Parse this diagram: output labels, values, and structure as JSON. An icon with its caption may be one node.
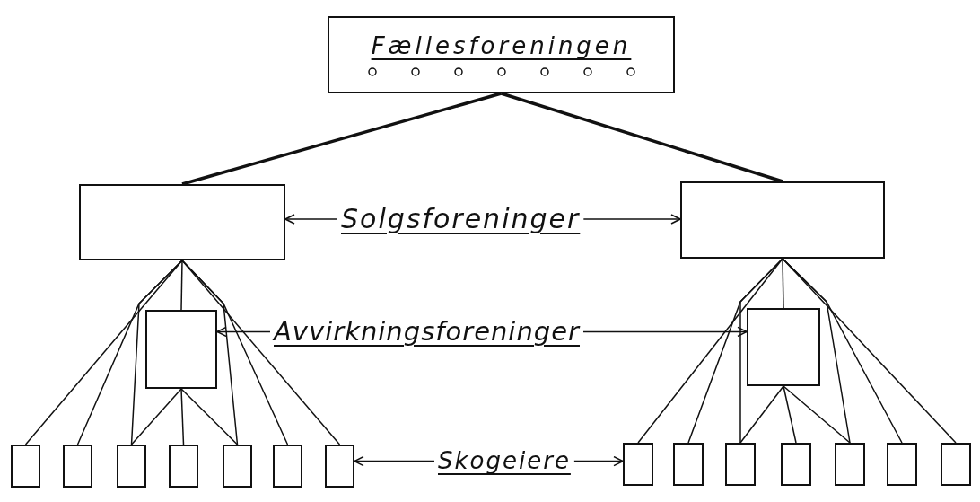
{
  "diagram": {
    "nodes": [
      {
        "text": [
          "Fællesforeningen"
        ]
      },
      {
        "text": [],
        "shape": "box"
      },
      {
        "text": [],
        "shape": "box"
      },
      {
        "text": [
          "Solgsforeninger"
        ]
      },
      {
        "text": [],
        "shape": "box"
      },
      {
        "text": [],
        "shape": "box"
      },
      {
        "text": [
          "Avvirkningsforeninger"
        ]
      },
      {
        "text": [],
        "shape": "box"
      },
      {
        "text": [],
        "shape": "box"
      },
      {
        "text": [],
        "shape": "box"
      },
      {
        "text": [],
        "shape": "box"
      },
      {
        "text": [],
        "shape": "box"
      },
      {
        "text": [],
        "shape": "box"
      },
      {
        "text": [],
        "shape": "box"
      },
      {
        "text": [],
        "shape": "box"
      },
      {
        "text": [],
        "shape": "box"
      },
      {
        "text": [],
        "shape": "box"
      },
      {
        "text": [],
        "shape": "box"
      },
      {
        "text": [],
        "shape": "box"
      },
      {
        "text": [],
        "shape": "box"
      },
      {
        "text": [],
        "shape": "box"
      },
      {
        "text": [
          "Skogeiere"
        ]
      }
    ],
    "edges": [
      {
        "from": 0,
        "to": 1,
        "arrow": "none",
        "style": "thick"
      },
      {
        "from": 0,
        "to": 2,
        "arrow": "none",
        "style": "thick"
      },
      {
        "from": 3,
        "to": 1,
        "arrow": "to"
      },
      {
        "from": 3,
        "to": 2,
        "arrow": "to"
      },
      {
        "from": 1,
        "to": 4,
        "arrow": "none"
      },
      {
        "from": 1,
        "to": 7,
        "arrow": "none"
      },
      {
        "from": 1,
        "to": 8,
        "arrow": "none"
      },
      {
        "from": 1,
        "to": 9,
        "arrow": "none"
      },
      {
        "from": 1,
        "to": 11,
        "arrow": "none"
      },
      {
        "from": 1,
        "to": 12,
        "arrow": "none"
      },
      {
        "from": 1,
        "to": 13,
        "arrow": "none"
      },
      {
        "from": 4,
        "to": 9,
        "arrow": "none"
      },
      {
        "from": 4,
        "to": 10,
        "arrow": "none"
      },
      {
        "from": 4,
        "to": 11,
        "arrow": "none"
      },
      {
        "from": 2,
        "to": 5,
        "arrow": "none"
      },
      {
        "from": 2,
        "to": 14,
        "arrow": "none"
      },
      {
        "from": 2,
        "to": 15,
        "arrow": "none"
      },
      {
        "from": 2,
        "to": 16,
        "arrow": "none"
      },
      {
        "from": 2,
        "to": 18,
        "arrow": "none"
      },
      {
        "from": 2,
        "to": 19,
        "arrow": "none"
      },
      {
        "from": 2,
        "to": 20,
        "arrow": "none"
      },
      {
        "from": 5,
        "to": 16,
        "arrow": "none"
      },
      {
        "from": 5,
        "to": 17,
        "arrow": "none"
      },
      {
        "from": 5,
        "to": 18,
        "arrow": "none"
      },
      {
        "from": 6,
        "to": 4,
        "arrow": "to"
      },
      {
        "from": 6,
        "to": 5,
        "arrow": "to"
      },
      {
        "from": 21,
        "to": 13,
        "arrow": "to"
      },
      {
        "from": 21,
        "to": 14,
        "arrow": "to"
      }
    ]
  }
}
